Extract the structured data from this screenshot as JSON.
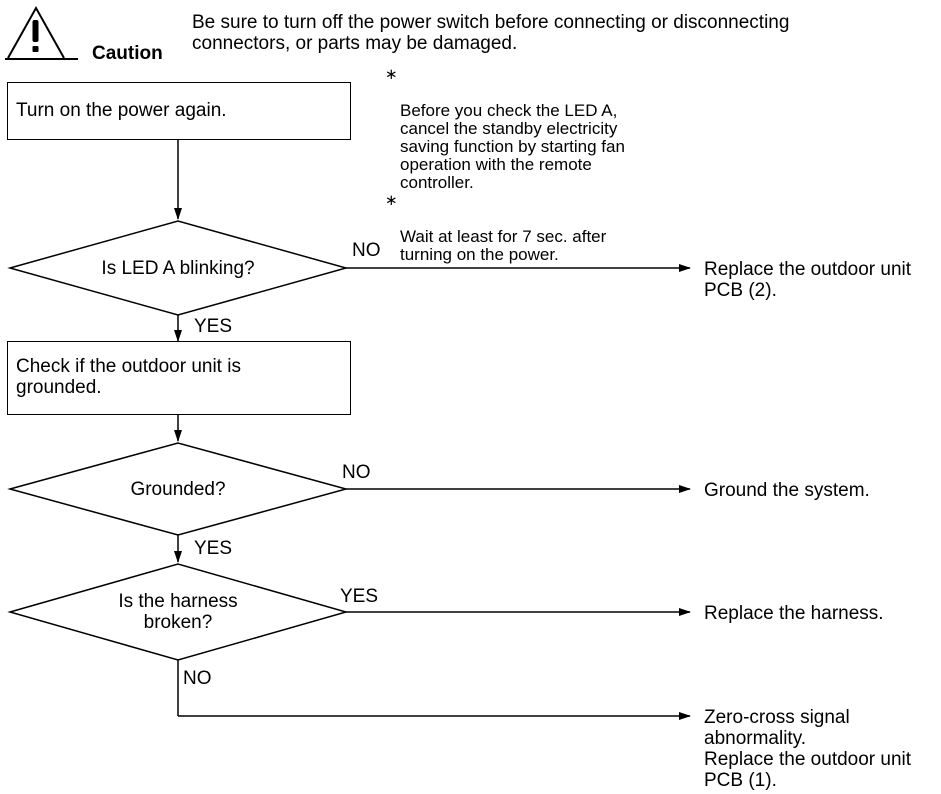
{
  "caution": {
    "label": "Caution",
    "message": "Be sure to turn off the power switch before connecting or disconnecting\nconnectors, or parts may be damaged."
  },
  "steps": {
    "power_on": "Turn on the power again.",
    "check_ground": "Check if the outdoor unit is\ngrounded."
  },
  "notes": [
    {
      "marker": "∗",
      "text": "Before you check the LED A,\ncancel the standby electricity\nsaving function by starting fan\noperation with the remote\ncontroller."
    },
    {
      "marker": "∗",
      "text": "Wait at least for 7 sec. after\nturning on the power."
    }
  ],
  "decisions": {
    "led_blinking": "Is LED A blinking?",
    "grounded": "Grounded?",
    "harness_broken": "Is the harness\nbroken?"
  },
  "branch_labels": {
    "led_no": "NO",
    "led_yes": "YES",
    "ground_no": "NO",
    "ground_yes": "YES",
    "harness_yes": "YES",
    "harness_no": "NO"
  },
  "outcomes": {
    "replace_pcb2": "Replace the outdoor unit\nPCB (2).",
    "ground_system": "Ground the system.",
    "replace_harness": "Replace the harness.",
    "zero_cross": "Zero-cross signal\nabnormality.\nReplace the outdoor unit\nPCB (1)."
  }
}
